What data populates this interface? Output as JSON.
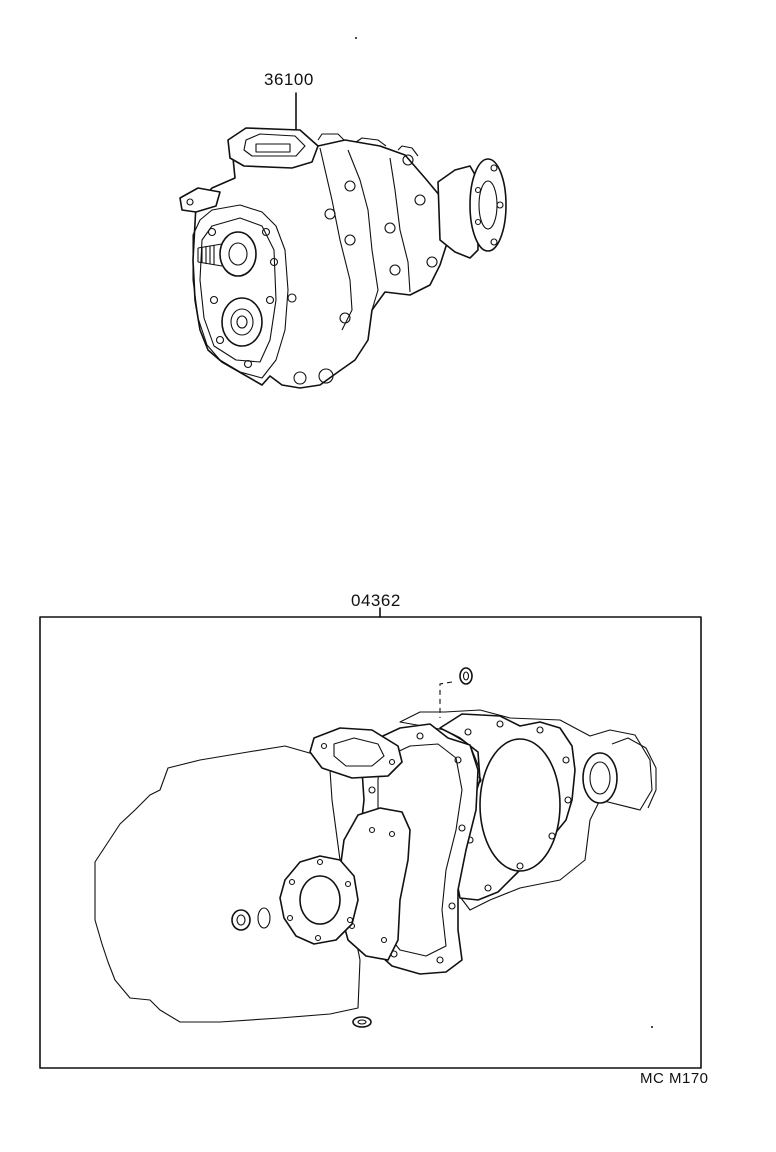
{
  "labels": {
    "assembly_part_no": "36100",
    "gasket_kit_part_no": "04362",
    "figure_code": "MC M170"
  },
  "parts": [
    {
      "part_no": "36100",
      "icon": "transfer-assembly-icon"
    },
    {
      "part_no": "04362",
      "icon": "gasket-kit-icon"
    }
  ],
  "colors": {
    "line": "#111111",
    "background": "#ffffff"
  }
}
